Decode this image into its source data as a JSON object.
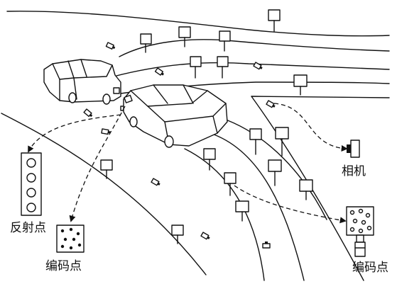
{
  "labels": {
    "camera": "相机",
    "reflective_point": "反射点",
    "coded_point_left": "编码点",
    "coded_point_right": "编码点"
  },
  "colors": {
    "ink": "#111111",
    "background": "#ffffff"
  },
  "icons": {
    "camera": "camera-icon",
    "reflective_target": "reflective-target-panel",
    "coded_target": "coded-target-panel",
    "vehicle": "car-icon"
  }
}
